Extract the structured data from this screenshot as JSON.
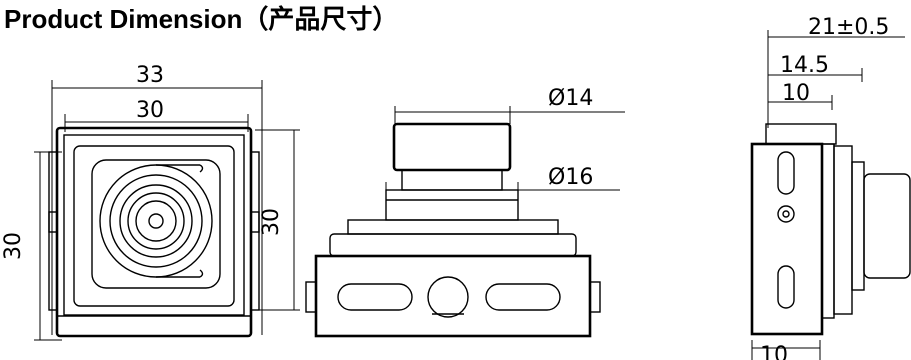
{
  "title": "Product Dimension（产品尺寸）",
  "front_view": {
    "width_outer": "33",
    "width_inner": "30",
    "height_left": "30",
    "height_right": "30"
  },
  "top_view": {
    "lens_diameter": "Ø14",
    "barrel_diameter": "Ø16"
  },
  "side_view": {
    "total_depth": "21±0.5",
    "depth_mid": "14.5",
    "depth_short": "10",
    "depth_bottom": "10"
  }
}
